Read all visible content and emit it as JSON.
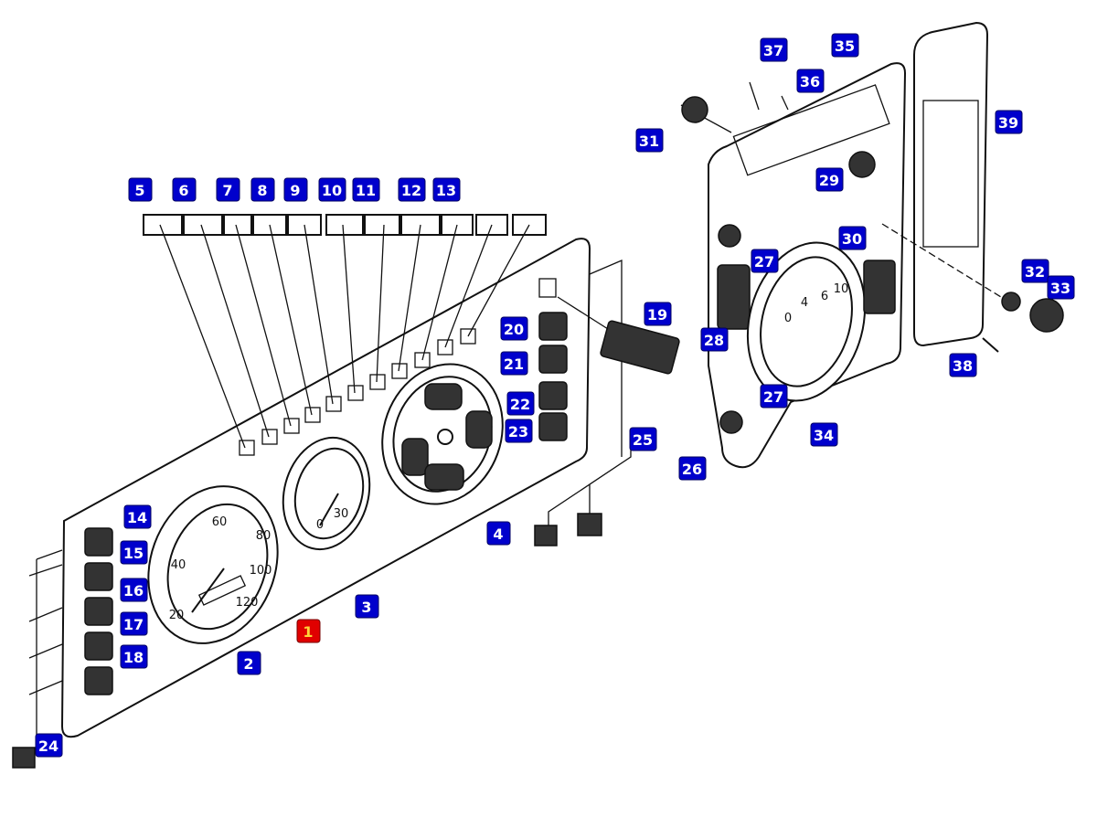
{
  "diagram": {
    "label_color": "#0000cc",
    "highlight_color": "#e00000",
    "highlight_text_color": "#ffd23a",
    "callouts": {
      "c1": "1",
      "c2": "2",
      "c3": "3",
      "c4": "4",
      "c5": "5",
      "c6": "6",
      "c7": "7",
      "c8": "8",
      "c9": "9",
      "c10": "10",
      "c11": "11",
      "c12": "12",
      "c13": "13",
      "c14": "14",
      "c15": "15",
      "c16": "16",
      "c17": "17",
      "c18": "18",
      "c19": "19",
      "c20": "20",
      "c21": "21",
      "c22": "22",
      "c23": "23",
      "c24": "24",
      "c25": "25",
      "c26": "26",
      "c27a": "27",
      "c27b": "27",
      "c28": "28",
      "c29": "29",
      "c30": "30",
      "c31": "31",
      "c32": "32",
      "c33": "33",
      "c34": "34",
      "c35": "35",
      "c36": "36",
      "c37": "37",
      "c38": "38",
      "c39": "39"
    },
    "speedometer_ticks": [
      "20",
      "40",
      "60",
      "80",
      "100",
      "120"
    ],
    "tacho_ticks": [
      "0",
      "30"
    ],
    "gauge34_ticks": [
      "0",
      "4",
      "6",
      "10"
    ]
  }
}
